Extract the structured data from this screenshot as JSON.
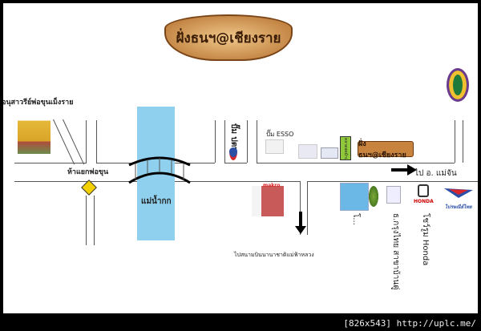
{
  "title_banner": "ฝั่งธนฯ@เชียงราย",
  "labels": {
    "monument": "อนุสาวรีย์พ่อขุนเม็งราย",
    "intersection": "ห้าแยกพ่อขุน",
    "river": "แม่น้ำกก",
    "ptt": "ปั๊ม ปตท.",
    "esso": "ปั๊ม ESSO",
    "shop_sign": "ฝั่งธนฯ@เชียงราย",
    "to_maechan": "ไป อ. แม่จัน",
    "to_airport": "ไปสนามบินนานาชาติแม่ฟ้าหลวง",
    "vertical_1": "โ...",
    "vertical_2": "ธ.กรุงไทย สาขาบ้านดู่",
    "vertical_3": "โชว์รูม Honda",
    "honda": "HONDA",
    "thaipost": "ไปรษณีย์ไทย",
    "makro": "makro",
    "green_sign": "ตลาดสดบ้านดู่"
  },
  "colors": {
    "river": "#8fd0ee",
    "road": "#555555",
    "banner": "#c8843f",
    "arrow": "#000000"
  },
  "footer": "[826x543] http://uplc.me/"
}
